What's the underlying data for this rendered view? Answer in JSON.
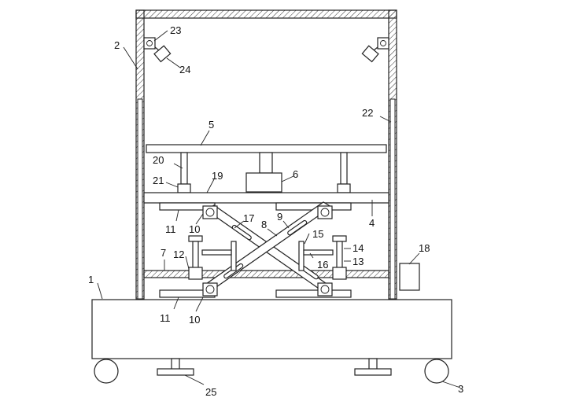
{
  "labels": {
    "l1": "1",
    "l2": "2",
    "l3": "3",
    "l4": "4",
    "l5": "5",
    "l6": "6",
    "l7": "7",
    "l8": "8",
    "l9": "9",
    "l10a": "10",
    "l10b": "10",
    "l11a": "11",
    "l11b": "11",
    "l12": "12",
    "l13": "13",
    "l14": "14",
    "l15": "15",
    "l16": "16",
    "l17": "17",
    "l18": "18",
    "l19": "19",
    "l20": "20",
    "l21": "21",
    "l22": "22",
    "l23": "23",
    "l24": "24",
    "l25": "25"
  }
}
